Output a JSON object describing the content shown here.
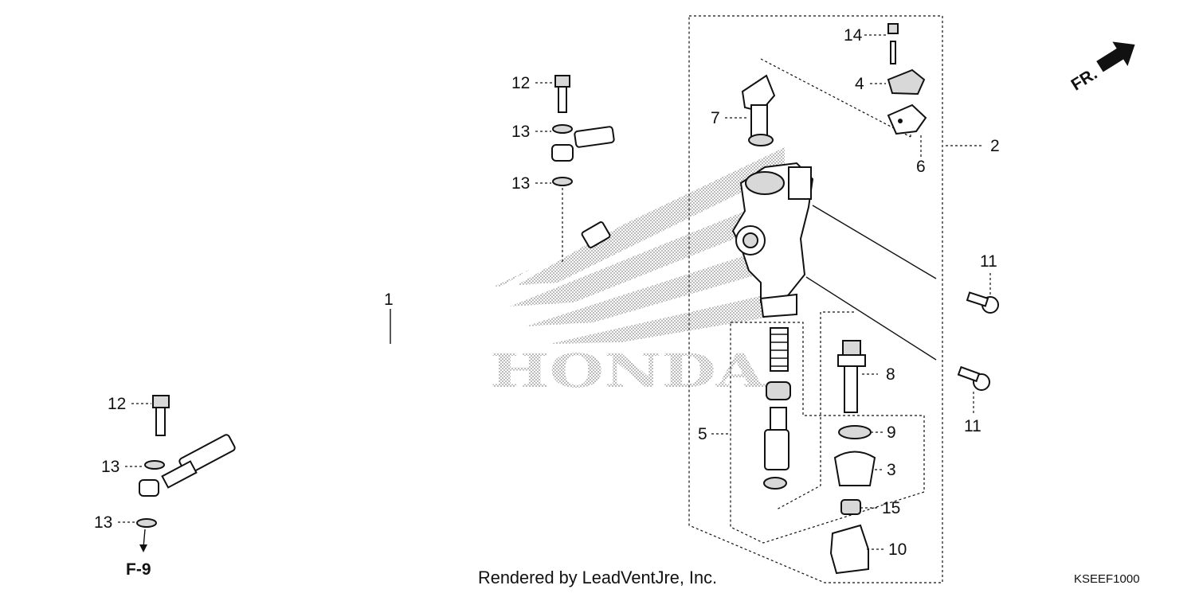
{
  "watermark": {
    "text": "HONDA"
  },
  "orientation": {
    "label": "FR."
  },
  "reference": {
    "label": "F-9"
  },
  "credit": "Rendered by LeadVentJre, Inc.",
  "diagram_code": "KSEEF1000",
  "callouts": {
    "c1": "1",
    "c2": "2",
    "c3": "3",
    "c4": "4",
    "c5": "5",
    "c6": "6",
    "c7": "7",
    "c8": "8",
    "c9": "9",
    "c10": "10",
    "c11a": "11",
    "c11b": "11",
    "c12a": "12",
    "c12b": "12",
    "c13a": "13",
    "c13b": "13",
    "c13c": "13",
    "c13d": "13",
    "c14": "14",
    "c15": "15"
  },
  "colors": {
    "line": "#111111",
    "watermark": "#9a9a9a",
    "background": "#ffffff"
  }
}
